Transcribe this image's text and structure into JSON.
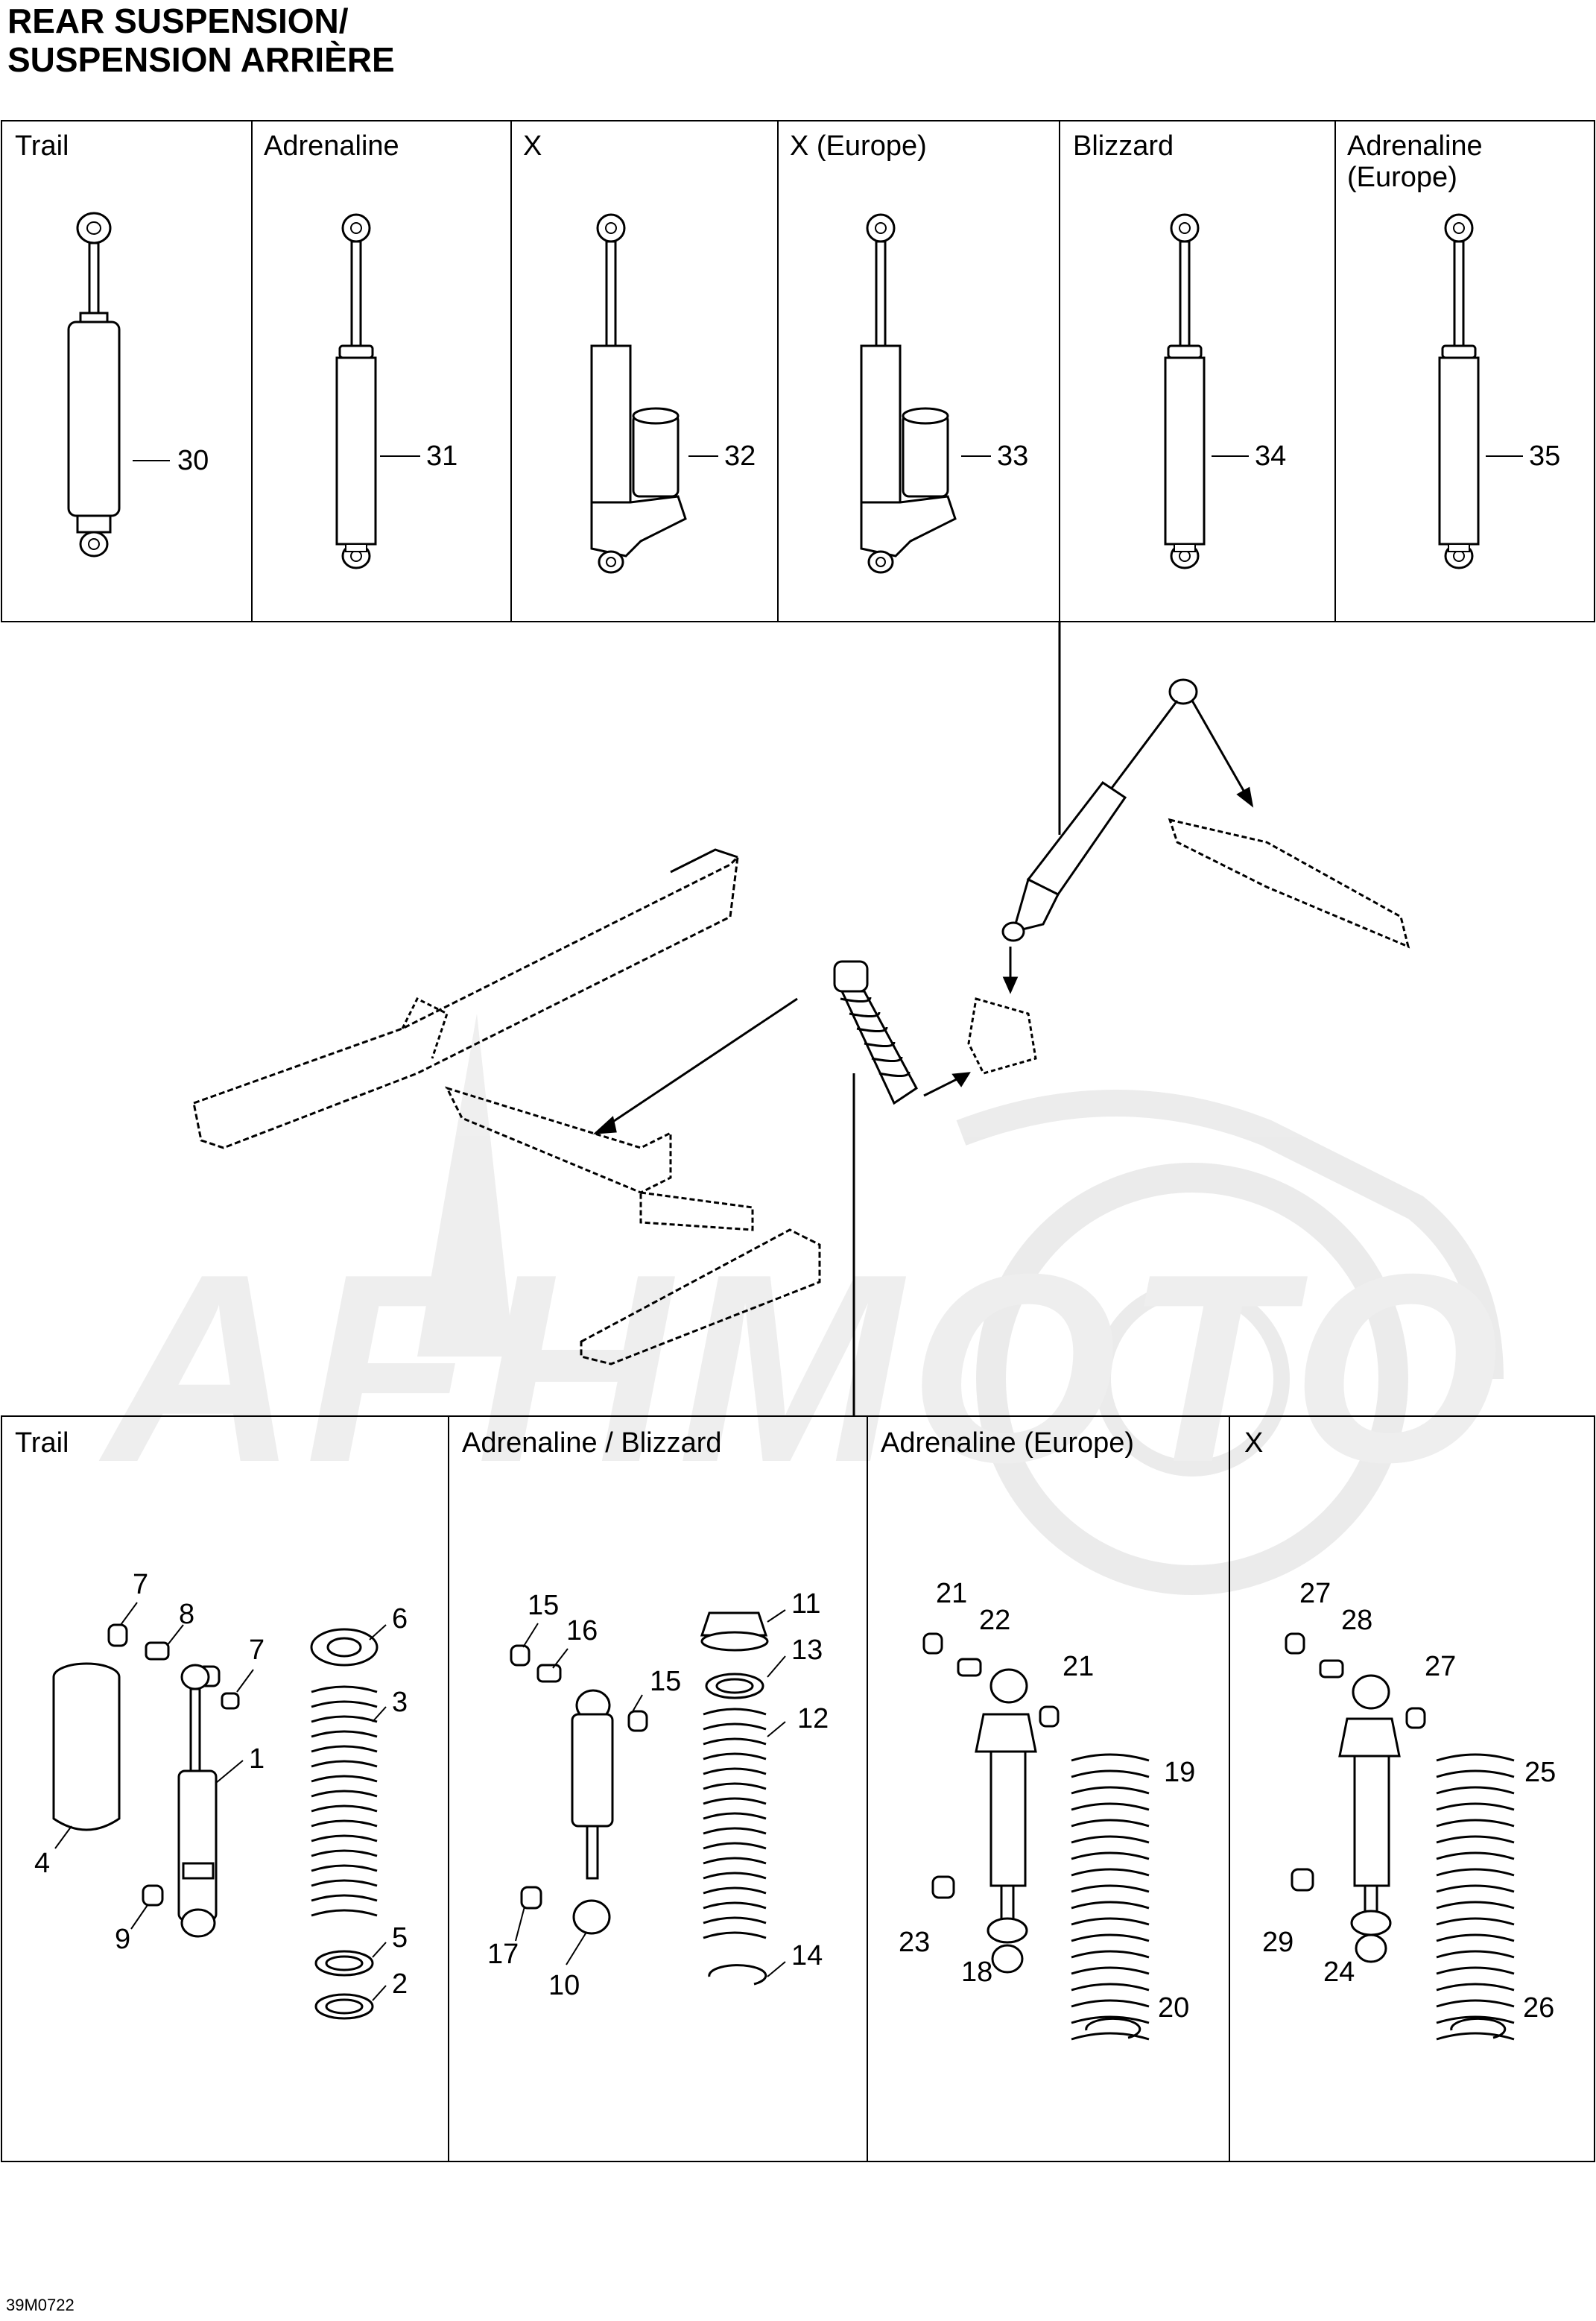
{
  "header": {
    "title_line1": "REAR SUSPENSION/",
    "title_line2": "SUSPENSION ARRIÈRE"
  },
  "top_panels": [
    {
      "label": "Trail",
      "part": "30"
    },
    {
      "label": "Adrenaline",
      "part": "31"
    },
    {
      "label": "X",
      "part": "32"
    },
    {
      "label": "X (Europe)",
      "part": "33"
    },
    {
      "label": "Blizzard",
      "part": "34"
    },
    {
      "label": "Adrenaline",
      "label2": "(Europe)",
      "part": "35"
    }
  ],
  "bottom_panels": [
    {
      "label": "Trail",
      "parts": [
        "7",
        "8",
        "7",
        "6",
        "3",
        "1",
        "4",
        "9",
        "5",
        "2"
      ]
    },
    {
      "label": "Adrenaline / Blizzard",
      "parts": [
        "15",
        "16",
        "15",
        "11",
        "13",
        "12",
        "17",
        "10",
        "14"
      ]
    },
    {
      "label": "Adrenaline (Europe)",
      "parts": [
        "21",
        "22",
        "21",
        "19",
        "23",
        "18",
        "20"
      ]
    },
    {
      "label": "X",
      "parts": [
        "27",
        "28",
        "27",
        "25",
        "29",
        "24",
        "26"
      ]
    }
  ],
  "footer": {
    "drawing_code": "39M0722"
  },
  "watermark": {
    "text": "AFHMOTO"
  }
}
